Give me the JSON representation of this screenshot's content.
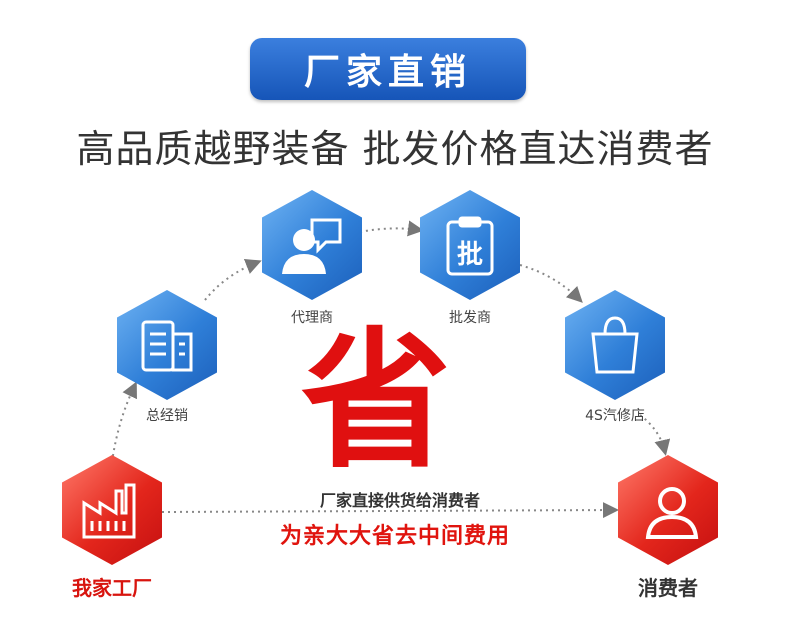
{
  "banner": {
    "title": "厂家直销"
  },
  "subtitle": "高品质越野装备 批发价格直达消费者",
  "nodes": {
    "factory": "我家工厂",
    "general_agent": "总经销",
    "agent": "代理商",
    "wholesaler": "批发商",
    "dealer": "4S汽修店",
    "consumer": "消费者"
  },
  "center": {
    "big_char": "省",
    "direct_text": "厂家直接供货给消费者",
    "save_text": "为亲大大省去中间费用"
  },
  "colors": {
    "blue": "#2f7fd8",
    "red": "#e3261c",
    "banner": "#1655b8"
  },
  "icons": [
    "factory-icon",
    "building-icon",
    "user-chat-icon",
    "wholesale-icon",
    "bag-icon",
    "user-icon"
  ]
}
